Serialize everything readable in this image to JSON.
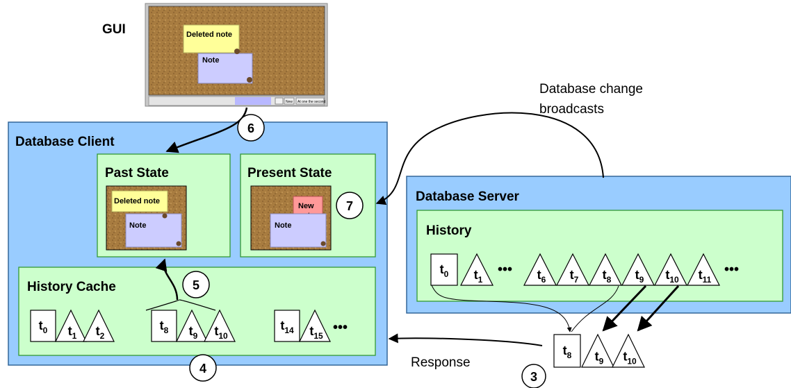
{
  "gui": {
    "label": "GUI",
    "note_deleted": "Deleted note",
    "note_plain": "Note",
    "toolbar_btn_new": "New",
    "toolbar_btn_other": "At one the second"
  },
  "client": {
    "title": "Database Client",
    "past_state": {
      "title": "Past State",
      "note_deleted": "Deleted note",
      "note_plain": "Note"
    },
    "present_state": {
      "title": "Present State",
      "note_new_line1": "New",
      "note_new_line2": "note",
      "note_plain": "Note"
    },
    "history_cache": {
      "title": "History Cache",
      "groups": [
        {
          "items": [
            {
              "kind": "square",
              "base": "t",
              "sub": "0"
            },
            {
              "kind": "triangle",
              "base": "t",
              "sub": "1"
            },
            {
              "kind": "triangle",
              "base": "t",
              "sub": "2"
            }
          ]
        },
        {
          "items": [
            {
              "kind": "square",
              "base": "t",
              "sub": "8"
            },
            {
              "kind": "triangle",
              "base": "t",
              "sub": "9"
            },
            {
              "kind": "triangle",
              "base": "t",
              "sub": "10"
            }
          ]
        },
        {
          "items": [
            {
              "kind": "square",
              "base": "t",
              "sub": "14"
            },
            {
              "kind": "triangle",
              "base": "t",
              "sub": "15"
            }
          ],
          "ellipsis": "•••"
        }
      ]
    }
  },
  "server": {
    "title": "Database Server",
    "history": {
      "title": "History",
      "items": [
        {
          "kind": "square",
          "base": "t",
          "sub": "0"
        },
        {
          "kind": "triangle",
          "base": "t",
          "sub": "1"
        },
        {
          "kind": "ellipsis",
          "text": "•••"
        },
        {
          "kind": "triangle",
          "base": "t",
          "sub": "6"
        },
        {
          "kind": "triangle",
          "base": "t",
          "sub": "7"
        },
        {
          "kind": "triangle",
          "base": "t",
          "sub": "8"
        },
        {
          "kind": "triangle",
          "base": "t",
          "sub": "9"
        },
        {
          "kind": "triangle",
          "base": "t",
          "sub": "10"
        },
        {
          "kind": "triangle",
          "base": "t",
          "sub": "11"
        },
        {
          "kind": "ellipsis",
          "text": "•••"
        }
      ]
    }
  },
  "response_group": {
    "items": [
      {
        "kind": "square",
        "base": "t",
        "sub": "8"
      },
      {
        "kind": "triangle",
        "base": "t",
        "sub": "9"
      },
      {
        "kind": "triangle",
        "base": "t",
        "sub": "10"
      }
    ]
  },
  "labels": {
    "broadcast_line1": "Database change",
    "broadcast_line2": "broadcasts",
    "response": "Response"
  },
  "steps": [
    "3",
    "4",
    "5",
    "6",
    "7"
  ],
  "colors": {
    "client_fill": "#99ccff",
    "panel_fill": "#ccffcc",
    "cork": "#a87c40",
    "sticky_yellow": "#ffff99",
    "sticky_lavender": "#ccccff",
    "sticky_pink": "#ff9999"
  }
}
